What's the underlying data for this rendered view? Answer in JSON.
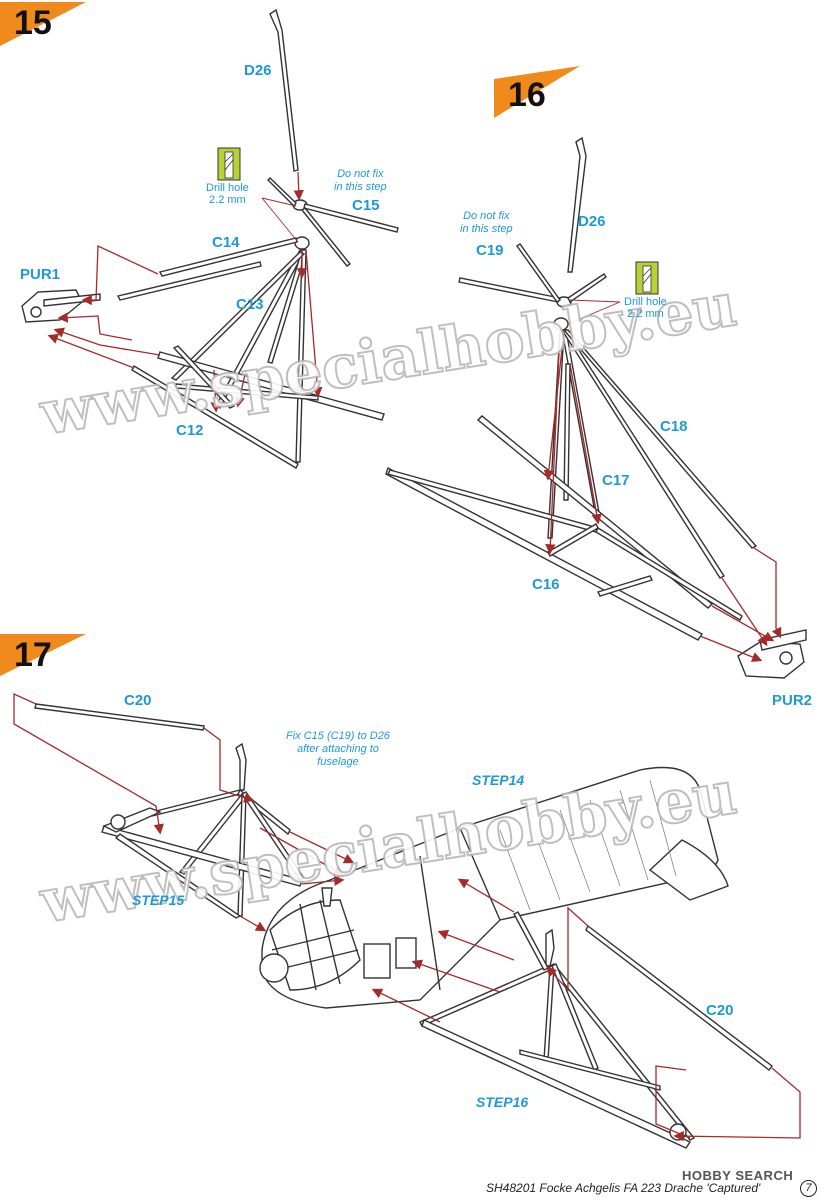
{
  "steps": {
    "s15": "15",
    "s16": "16",
    "s17": "17"
  },
  "parts": {
    "d26_a": "D26",
    "c15": "C15",
    "c14": "C14",
    "pur1": "PUR1",
    "c13": "C13",
    "c12": "C12",
    "d26_b": "D26",
    "c19": "C19",
    "c18": "C18",
    "c17": "C17",
    "c16": "C16",
    "pur2": "PUR2",
    "c20_a": "C20",
    "c20_b": "C20"
  },
  "notes": {
    "do_not_fix_1_line1": "Do not fix",
    "do_not_fix_1_line2": "in this step",
    "do_not_fix_2_line1": "Do not fix",
    "do_not_fix_2_line2": "in this step",
    "drill_1_line1": "Drill hole",
    "drill_1_line2": "2.2 mm",
    "drill_2_line1": "Drill hole",
    "drill_2_line2": "2.2 mm",
    "fix_line1": "Fix C15 (C19) to D26",
    "fix_line2": "after attaching to",
    "fix_line3": "fuselage"
  },
  "step_refs": {
    "step14": "STEP14",
    "step15": "STEP15",
    "step16": "STEP16"
  },
  "watermark": {
    "text_1": "www.specialhobby.eu",
    "text_2": "www.specialhobby.eu"
  },
  "footer": {
    "caption": "SH48201  Focke Achgelis FA 223 Drache 'Captured'",
    "page": "7",
    "hobbysearch": "HOBBY SEARCH"
  },
  "colors": {
    "accent_orange": "#f08a1c",
    "label_blue": "#1d9ad6",
    "arrow_red": "#a52a2a",
    "drill_green": "#b5d334"
  }
}
